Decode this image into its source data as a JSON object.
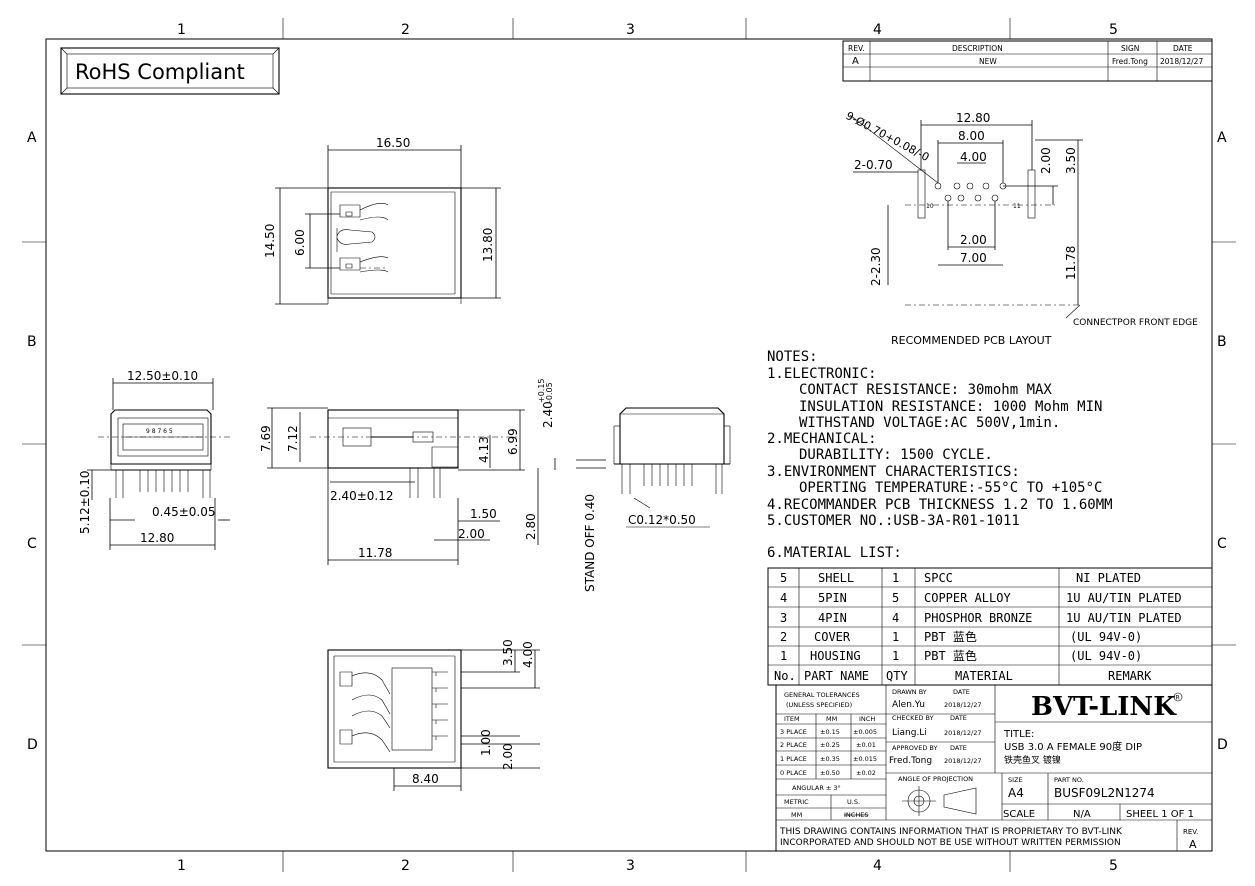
{
  "border": {
    "cols_top": [
      "1",
      "2",
      "3",
      "4",
      "5"
    ],
    "cols_bottom": [
      "1",
      "2",
      "3",
      "4",
      "5"
    ],
    "rows_left": [
      "A",
      "B",
      "C",
      "D"
    ],
    "rows_right": [
      "A",
      "B",
      "C",
      "D"
    ]
  },
  "rohs": "RoHS Compliant",
  "revision_block": {
    "headers": [
      "REV.",
      "DESCRIPTION",
      "SIGN",
      "DATE"
    ],
    "row": [
      "A",
      "NEW",
      "Fred.Tong",
      "2018/12/27"
    ]
  },
  "top_view": {
    "width": "16.50",
    "height": "14.50",
    "inner": "6.00",
    "right": "13.80"
  },
  "front_view": {
    "top": "12.50±0.10",
    "pitch": "0.45±0.05",
    "bottom": "12.80",
    "left": "5.12±0.10"
  },
  "side_view": {
    "h1": "7.69",
    "h2": "7.12",
    "pin_offset": "2.40±0.12",
    "d1": "4.13",
    "d2": "6.99",
    "tol_main": "2.40",
    "tol_up": "+0.15",
    "tol_dn": "-0.05",
    "w1": "1.50",
    "w2": "2.00",
    "w3": "11.78",
    "pin_len": "2.80"
  },
  "standoff": "STAND OFF 0.40",
  "chamfer": "C0.12*0.50",
  "bottom_view": {
    "a": "3.50",
    "b": "4.00",
    "c": "1.00",
    "d": "2.00",
    "w": "8.40"
  },
  "pcb_layout": {
    "hole_note": "9-Ø0.70+0.08/-0",
    "w1": "12.80",
    "w2": "8.00",
    "w3": "4.00",
    "w4": "2.00",
    "w5": "7.00",
    "left1": "2-0.70",
    "left2": "2-2.30",
    "r1": "2.00",
    "r2": "3.50",
    "r3": "11.78",
    "edge_label": "CONNECTPOR FRONT EDGE",
    "caption": "RECOMMENDED PCB LAYOUT"
  },
  "notes": {
    "title": "NOTES:",
    "lines": [
      "1.ELECTRONIC:",
      "    CONTACT RESISTANCE: 30mohm MAX",
      "    INSULATION RESISTANCE: 1000 Mohm MIN",
      "    WITHSTAND VOLTAGE:AC 500V,1min.",
      "2.MECHANICAL:",
      "    DURABILITY: 1500 CYCLE.",
      "3.ENVIRONMENT CHARACTERISTICS:",
      "    OPERTING TEMPERATURE:-55°C TO +105°C",
      "4.RECOMMANDER PCB THICKNESS 1.2 TO 1.60MM",
      "5.CUSTOMER NO.:USB-3A-R01-1011"
    ],
    "material_title": "6.MATERIAL LIST:"
  },
  "material_list": {
    "rows": [
      [
        "5",
        "SHELL",
        "1",
        "SPCC",
        "NI PLATED"
      ],
      [
        "4",
        "5PIN",
        "5",
        "COPPER ALLOY",
        "1U AU/TIN PLATED"
      ],
      [
        "3",
        "4PIN",
        "4",
        "PHOSPHOR BRONZE",
        "1U AU/TIN PLATED"
      ],
      [
        "2",
        "COVER",
        "1",
        "PBT 蓝色",
        "(UL 94V-0)"
      ],
      [
        "1",
        "HOUSING",
        "1",
        "PBT 蓝色",
        "(UL 94V-0)"
      ]
    ],
    "headers": [
      "No.",
      "PART NAME",
      "QTY",
      "MATERIAL",
      "REMARK"
    ]
  },
  "tolerance_block": {
    "title1": "GENERAL TOLERANCES",
    "title2": "(UNLESS SPECIFIED)",
    "headers": [
      "ITEM",
      "MM",
      "INCH"
    ],
    "rows": [
      [
        "3 PLACE",
        "±0.15",
        "±0.005"
      ],
      [
        "2 PLACE",
        "±0.25",
        "±0.01"
      ],
      [
        "1 PLACE",
        "±0.35",
        "±0.015"
      ],
      [
        "0 PLACE",
        "±0.50",
        "±0.02"
      ]
    ],
    "angular": "ANGULAR ± 3°",
    "metric": "METRIC",
    "us": "U.S.",
    "mm": "MM",
    "inches": "INCHES"
  },
  "signatures": {
    "drawn_by_label": "DRAWN BY",
    "drawn_by": "Alen.Yu",
    "checked_by_label": "CHECKED BY",
    "checked_by": "Liang.Li",
    "approved_by_label": "APPROVED BY",
    "approved_by": "Fred.Tong",
    "date_label": "DATE",
    "date": "2018/12/27"
  },
  "title_block": {
    "company": "BVT-LINK",
    "title_label": "TITLE:",
    "title": "USB 3.0 A FEMALE 90度 DIP",
    "subtitle": "铁壳鱼叉 镀镍",
    "projection": "ANGLE OF PROJECTION",
    "size_label": "SIZE",
    "size": "A4",
    "part_label": "PART NO.",
    "part_no": "BUSF09L2N1274",
    "scale_label": "SCALE",
    "scale": "N/A",
    "sheet": "SHEEL 1 OF 1",
    "disclaimer1": "THIS DRAWING CONTAINS INFORMATION THAT IS PROPRIETARY TO BVT-LINK",
    "disclaimer2": "INCORPORATED AND SHOULD NOT BE USE WITHOUT WRITTEN PERMISSION",
    "rev_label": "REV.",
    "rev": "A"
  }
}
